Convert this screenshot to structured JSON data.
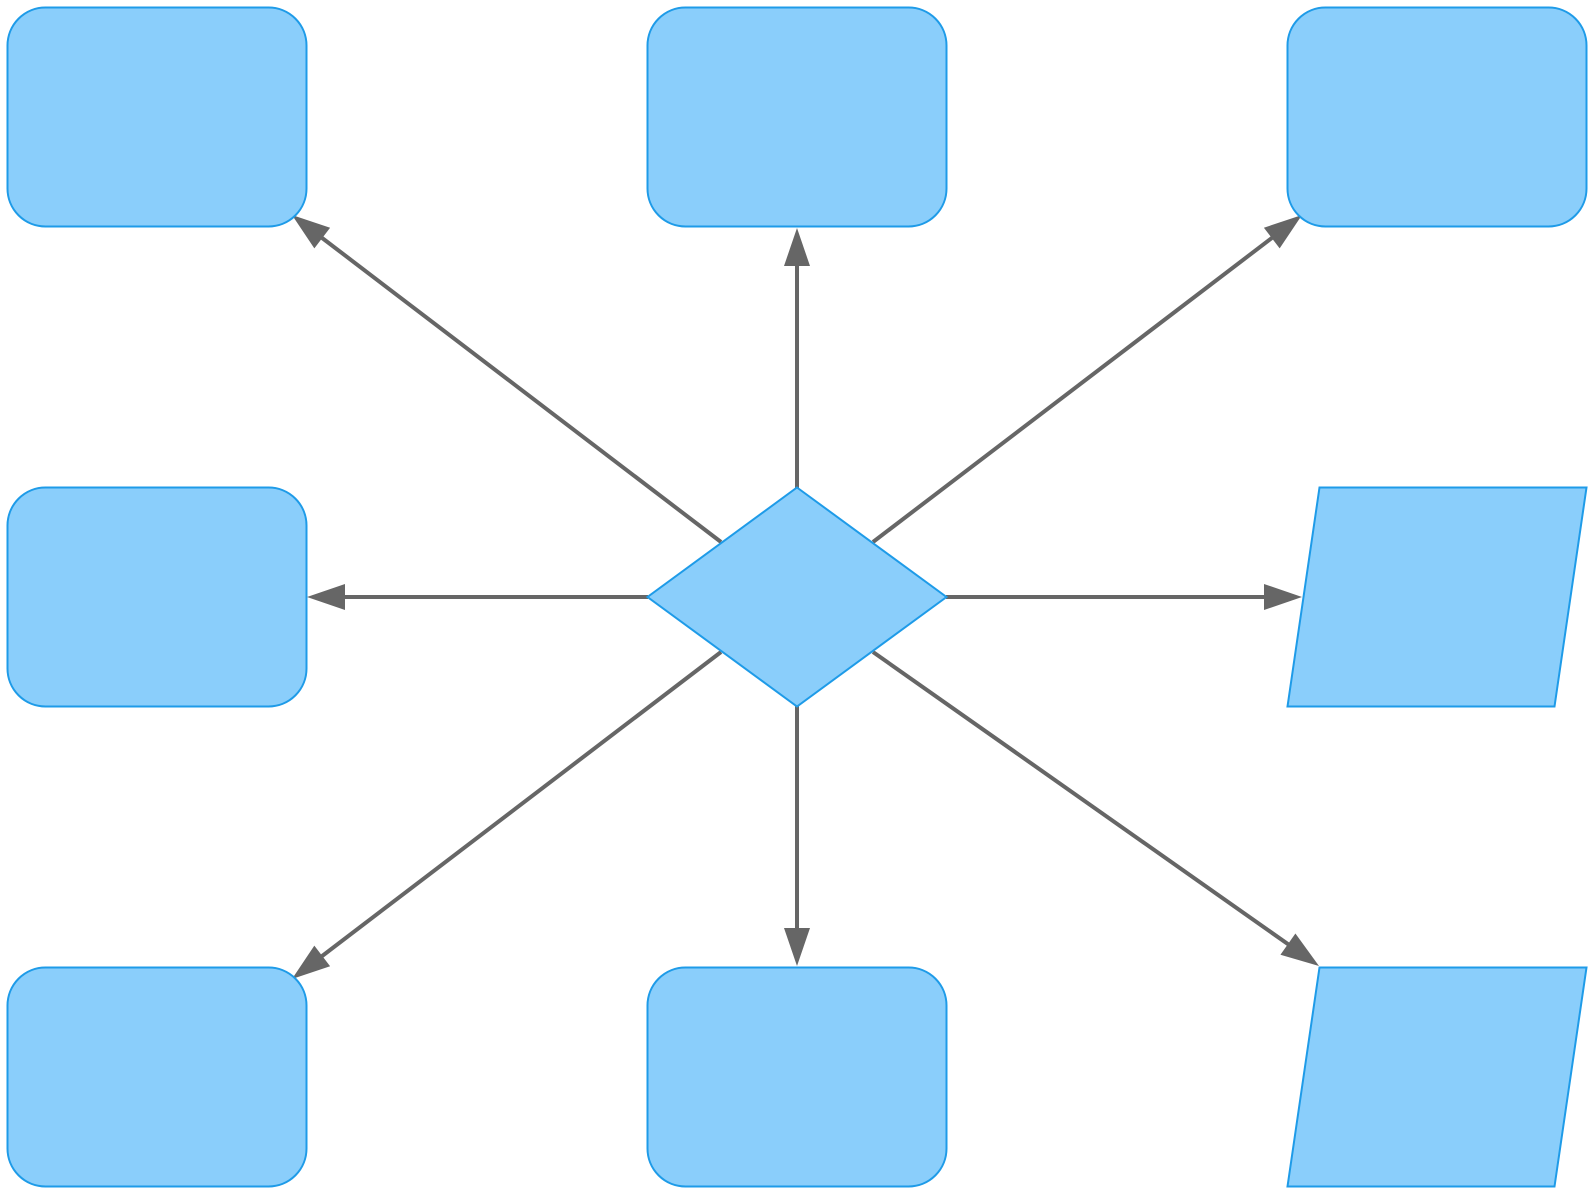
{
  "diagram": {
    "type": "flowchart",
    "colors": {
      "node_fill": "#8ACEFB",
      "node_stroke": "#1E9BE8",
      "edge": "#666666",
      "background": "#FFFFFF"
    },
    "nodes": [
      {
        "id": "hub",
        "shape": "diamond",
        "label": ""
      },
      {
        "id": "top-left",
        "shape": "rounded-rect",
        "label": ""
      },
      {
        "id": "top-center",
        "shape": "rounded-rect",
        "label": ""
      },
      {
        "id": "top-right",
        "shape": "rounded-rect",
        "label": ""
      },
      {
        "id": "middle-left",
        "shape": "rounded-rect",
        "label": ""
      },
      {
        "id": "middle-right",
        "shape": "parallelogram",
        "label": ""
      },
      {
        "id": "bottom-left",
        "shape": "rounded-rect",
        "label": ""
      },
      {
        "id": "bottom-center",
        "shape": "rounded-rect",
        "label": ""
      },
      {
        "id": "bottom-right",
        "shape": "parallelogram",
        "label": ""
      }
    ],
    "edges": [
      {
        "from": "hub",
        "to": "top-left",
        "directed": true
      },
      {
        "from": "hub",
        "to": "top-center",
        "directed": true
      },
      {
        "from": "hub",
        "to": "top-right",
        "directed": true
      },
      {
        "from": "hub",
        "to": "middle-left",
        "directed": true
      },
      {
        "from": "hub",
        "to": "middle-right",
        "directed": true
      },
      {
        "from": "hub",
        "to": "bottom-left",
        "directed": true
      },
      {
        "from": "hub",
        "to": "bottom-center",
        "directed": true
      },
      {
        "from": "hub",
        "to": "bottom-right",
        "directed": true
      }
    ]
  }
}
